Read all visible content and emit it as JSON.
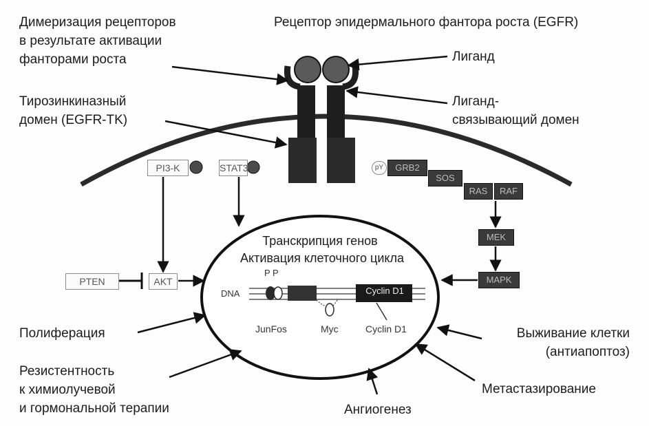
{
  "labels": {
    "dimerization": [
      "Димеризация рецепторов",
      "в результате активации",
      "фанторами роста"
    ],
    "egfr": "Рецептор эпидермального фантора роста (EGFR)",
    "ligand": "Лиганд",
    "tk_domain": [
      "Тирозинкиназный",
      "домен (EGFR-TK)"
    ],
    "ligand_binding": [
      "Лиганд-",
      "связывающий домен"
    ],
    "proliferation": "Полиферация",
    "resistance": [
      "Резистентность",
      "к химиолучевой",
      "и гормональной терапии"
    ],
    "angiogenesis": "Ангиогенез",
    "metastasis": "Метастазирование",
    "survival": [
      "Выживание клетки",
      "(антиапоптоз)"
    ]
  },
  "nucleus": {
    "title1": "Транскрипция генов",
    "title2": "Активация клеточного цикла",
    "dna": "DNA",
    "pp": "P P",
    "cyclin_box": "Cyclin D1",
    "jun_fos": "JunFos",
    "myc": "Myc",
    "cyclin_d1": "Cyclin D1"
  },
  "boxes": {
    "pi3k": "PI3-K",
    "stat3": "STAT3",
    "akt": "AKT",
    "pten": "PTEN",
    "py": "pY",
    "grb2": "GRB2",
    "sos": "SOS",
    "ras": "RAS",
    "raf": "RAF",
    "mek": "MEK",
    "mapk": "MAPK"
  },
  "colors": {
    "receptor": "#1f1f1f",
    "membrane": "#2a2a2a",
    "ligand": "#5a5a5a",
    "dark_box": "#3a3a3a"
  }
}
